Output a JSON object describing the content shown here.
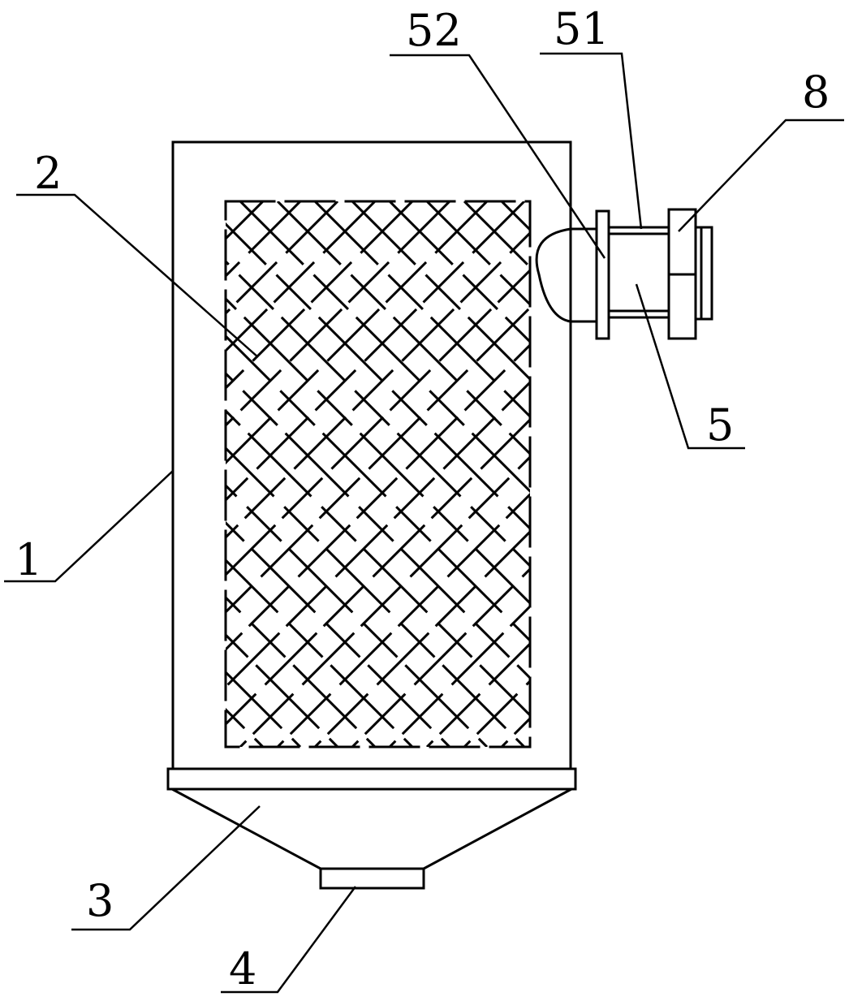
{
  "labels": {
    "l1": "1",
    "l2": "2",
    "l3": "3",
    "l4": "4",
    "l5": "5",
    "l8": "8",
    "l51": "51",
    "l52": "52"
  },
  "colors": {
    "ink": "#000000",
    "background": "#ffffff"
  }
}
